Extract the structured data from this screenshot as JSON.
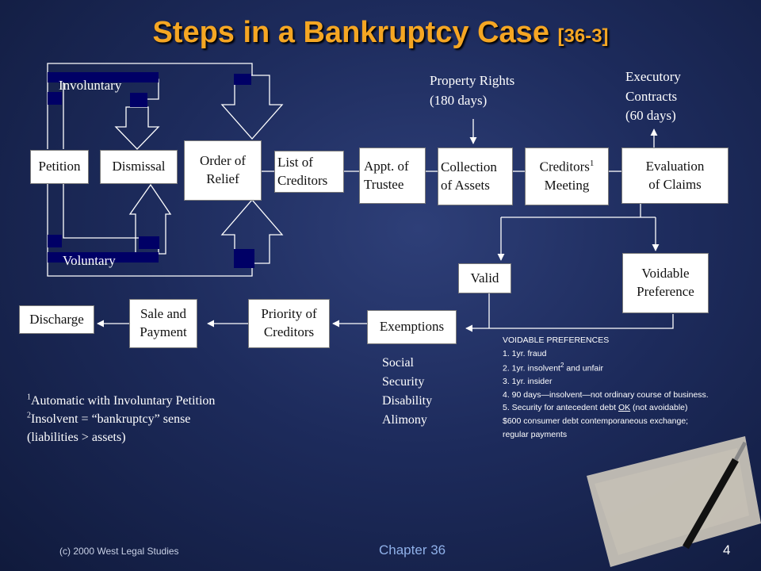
{
  "title": "Steps in a Bankruptcy Case",
  "title_ref": "[36-3]",
  "boxes": {
    "petition": "Petition",
    "dismissal": "Dismissal",
    "order_relief_1": "Order of",
    "order_relief_2": "Relief",
    "list_creditors_1": "List of",
    "list_creditors_2": "Creditors",
    "trustee_1": "Appt. of",
    "trustee_2": "Trustee",
    "collection_1": "Collection",
    "collection_2": "of Assets",
    "meeting_1": "Creditors",
    "meeting_sup": "1",
    "meeting_2": "Meeting",
    "evaluation_1": "Evaluation",
    "evaluation_2": "of Claims",
    "valid": "Valid",
    "voidable_1": "Voidable",
    "voidable_2": "Preference",
    "exemptions": "Exemptions",
    "priority_1": "Priority of",
    "priority_2": "Creditors",
    "sale_1": "Sale and",
    "sale_2": "Payment",
    "discharge": "Discharge"
  },
  "labels": {
    "involuntary": "Involuntary",
    "voluntary": "Voluntary",
    "property_1": "Property Rights",
    "property_2": "(180 days)",
    "executory_1": "Executory",
    "executory_2": "Contracts",
    "executory_3": "(60 days)"
  },
  "exemptions_list": [
    "Social",
    "Security",
    "Disability",
    "Alimony"
  ],
  "footnotes": {
    "f1_sup": "1",
    "f1": "Automatic with Involuntary Petition",
    "f2_sup": "2",
    "f2": "Insolvent = “bankruptcy” sense",
    "f2_cont": "(liabilities > assets)"
  },
  "voidable_preferences": {
    "heading": "VOIDABLE   PREFERENCES",
    "item1": "1.  1yr. fraud",
    "item2_a": "2.  1yr. insolvent",
    "item2_sup": "2",
    "item2_b": " and unfair",
    "item3": "3.  1yr. insider",
    "item4": "4.  90 days—insolvent—not ordinary course of business.",
    "item5_a": "5.  Security for antecedent debt ",
    "item5_ok": "OK",
    "item5_b": " (not avoidable)",
    "item6": "$600 consumer debt contemporaneous exchange;",
    "item7": "regular payments"
  },
  "footer": {
    "copyright": "(c) 2000 West Legal Studies",
    "chapter": "Chapter 36",
    "page": "4"
  },
  "colors": {
    "title": "#f5a623",
    "background": "#1d2b5c",
    "band": "#000066"
  }
}
